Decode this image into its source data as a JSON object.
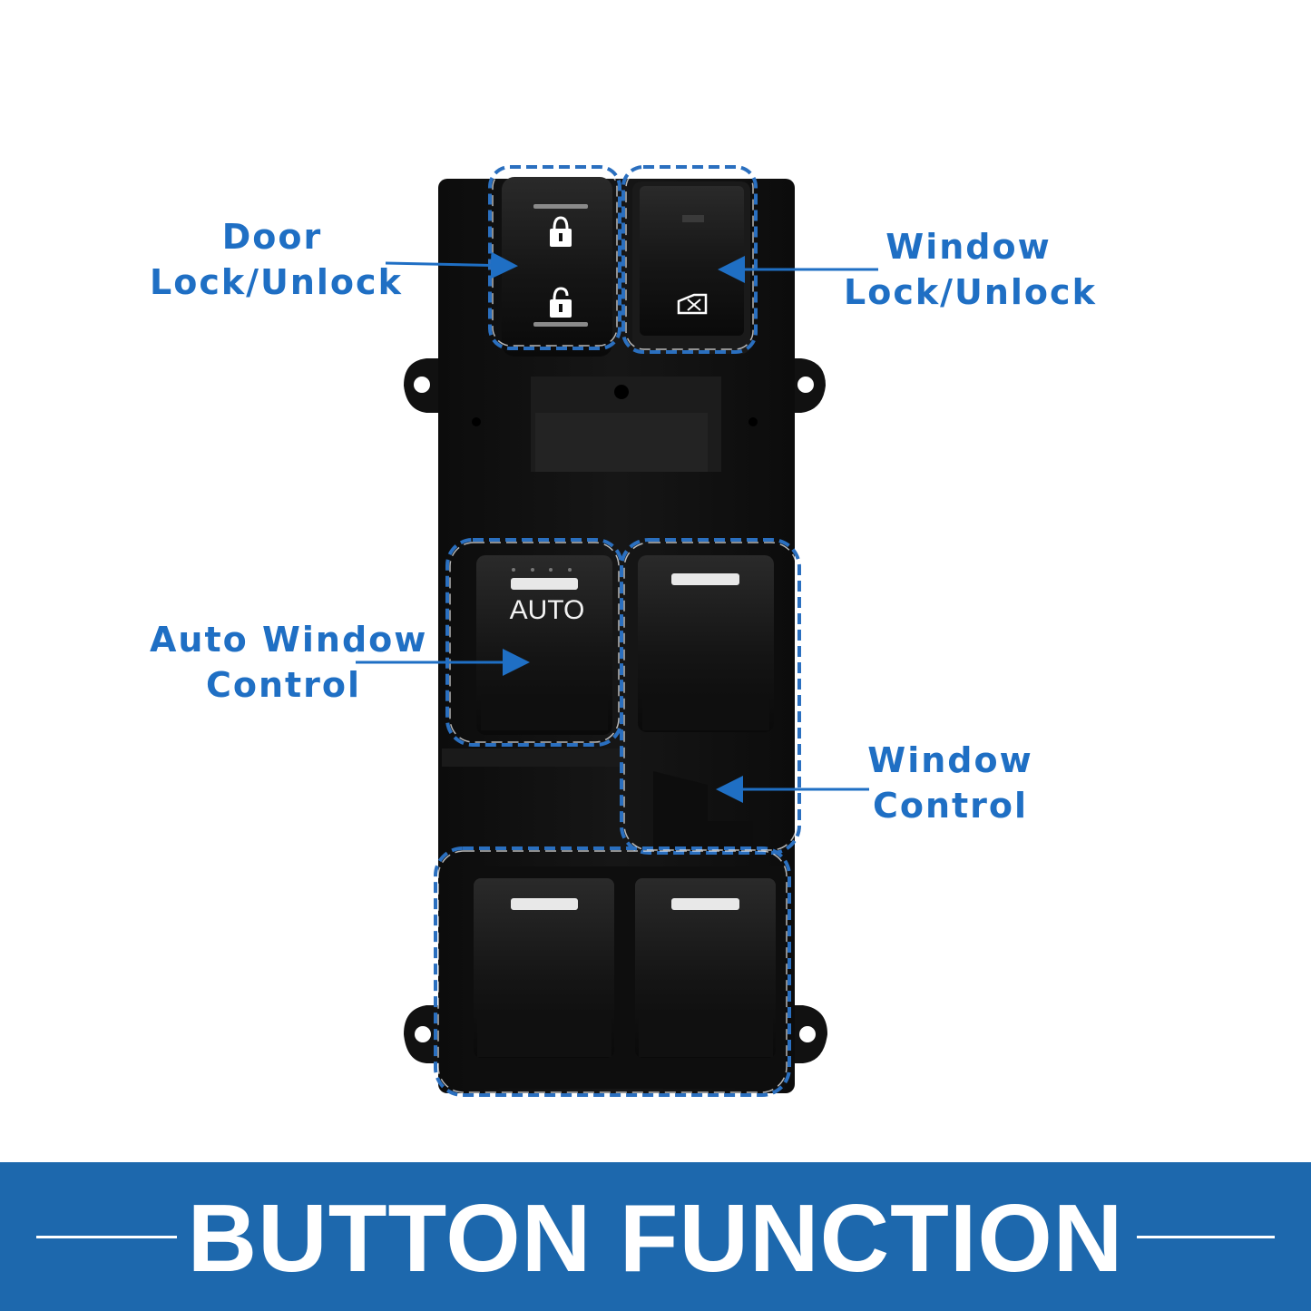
{
  "callouts": {
    "door_lock": [
      "Door",
      "Lock/Unlock"
    ],
    "window_lock": [
      "Window",
      "Lock/Unlock"
    ],
    "auto_window": [
      "Auto Window",
      "Control"
    ],
    "window_control": [
      "Window",
      "Control"
    ]
  },
  "switch_labels": {
    "auto": "AUTO"
  },
  "banner": {
    "title": "BUTTON FUNCTION"
  },
  "colors": {
    "accent": "#1f6fc4",
    "banner": "#1d68ad",
    "dashed_outline": "#2a6fbf",
    "switch_body": "#111111"
  }
}
